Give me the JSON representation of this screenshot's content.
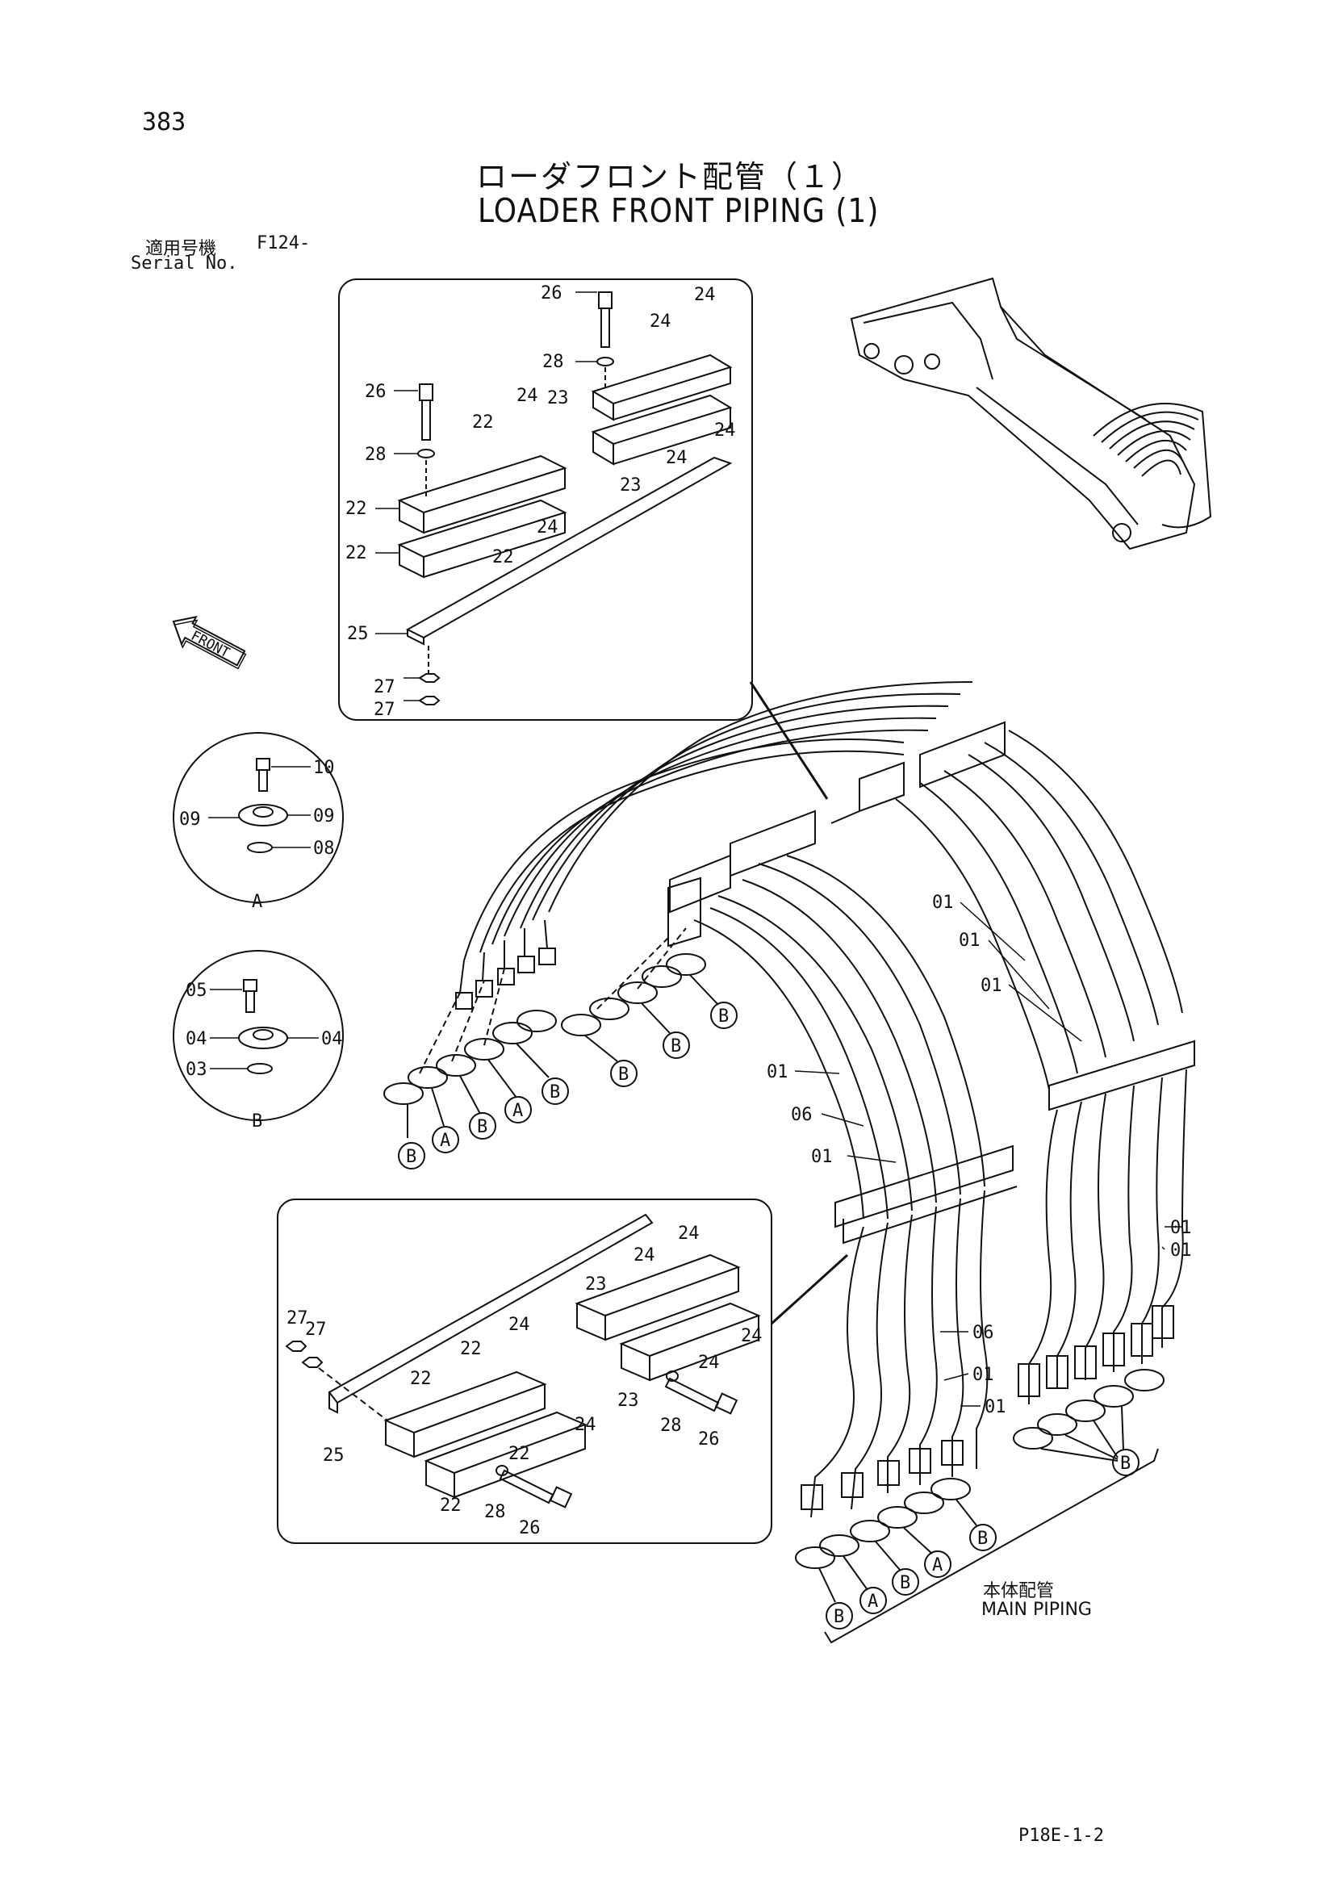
{
  "page": {
    "number": "383",
    "title_ja": "ローダフロント配管（１）",
    "title_en": "LOADER FRONT PIPING (1)",
    "model_label": "適用号機",
    "model_value": "F124-",
    "serial_label": "Serial No.",
    "figure_code": "P18E-1-2"
  },
  "main_piping": {
    "label_ja": "本体配管",
    "label_en": "MAIN PIPING"
  },
  "front_arrow": {
    "label": "FRONT"
  },
  "detail_a": {
    "caption": "A",
    "callouts": [
      "10",
      "09",
      "09",
      "08"
    ]
  },
  "detail_b": {
    "caption": "B",
    "callouts": [
      "05",
      "04",
      "04",
      "03"
    ]
  },
  "top_inset": {
    "callouts": [
      "26",
      "24",
      "24",
      "28",
      "26",
      "24",
      "23",
      "22",
      "24",
      "28",
      "24",
      "22",
      "23",
      "22",
      "24",
      "22",
      "25",
      "27",
      "27"
    ]
  },
  "bottom_inset": {
    "callouts": [
      "24",
      "24",
      "23",
      "27",
      "27",
      "24",
      "22",
      "24",
      "22",
      "24",
      "23",
      "28",
      "26",
      "25",
      "22",
      "24",
      "22",
      "28",
      "26"
    ]
  },
  "hose_callouts": [
    "01",
    "01",
    "01",
    "01",
    "06",
    "01",
    "01",
    "01",
    "06",
    "01",
    "01"
  ],
  "flange_markers": {
    "left": [
      "B",
      "A",
      "B",
      "A",
      "B",
      "B",
      "B",
      "B"
    ],
    "right": [
      "B",
      "A",
      "B",
      "A",
      "B",
      "B"
    ]
  }
}
